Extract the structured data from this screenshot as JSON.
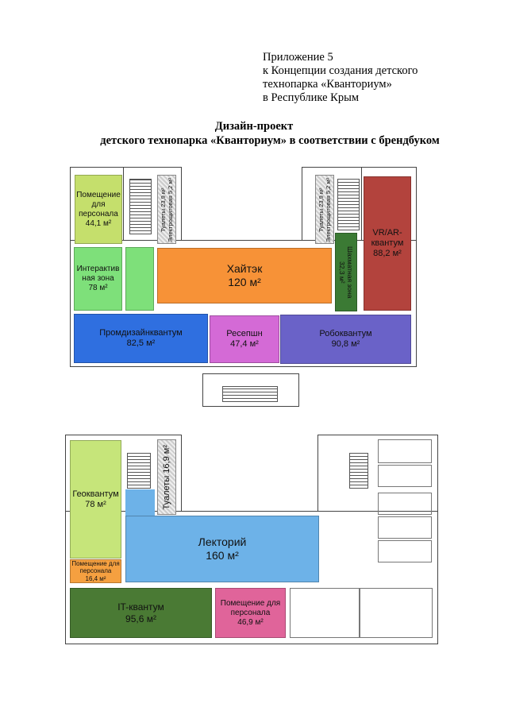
{
  "annex": [
    "Приложение 5",
    "к Концепции создания детского",
    "технопарка «Кванториум»",
    "в Республике Крым"
  ],
  "title": [
    "Дизайн-проект",
    "детского технопарка «Кванториум» в соответствии с брендбуком"
  ],
  "floor1": {
    "staff": {
      "name": "Помещение для персонала",
      "area": "44,1 м²",
      "color": "#c5df6c"
    },
    "interactive": {
      "name": "Интерактивная зона",
      "area": "78 м²",
      "color": "#7ee07a"
    },
    "hitech": {
      "name": "Хайтэк",
      "area": "120 м²",
      "color": "#f79237"
    },
    "chess": {
      "name": "Шахматная зона",
      "area": "32,3 м²",
      "color": "#3b7a34"
    },
    "vrar": {
      "name": "VR/AR-квантум",
      "area": "88,2 м²",
      "color": "#b3433d"
    },
    "promdesign": {
      "name": "Промдизайнквантум",
      "area": "82,5 м²",
      "color": "#2f6fe0"
    },
    "reception": {
      "name": "Ресепшн",
      "area": "47,4 м²",
      "color": "#d46ad6"
    },
    "robo": {
      "name": "Робоквантум",
      "area": "90,8 м²",
      "color": "#6a62c8"
    },
    "toilets_left": "Туалеты 23,9 м² Электрощитовая 5,2 м²",
    "toilets_right": "Туалеты 23,9 м² Электрощитовая 5,2 м²"
  },
  "floor2": {
    "geo": {
      "name": "Геоквантум",
      "area": "78 м²",
      "color": "#c6e57a"
    },
    "staff_small": {
      "name": "Помещение для персонала",
      "area": "16,4 м²",
      "color": "#f5a040"
    },
    "lecture": {
      "name": "Лекторий",
      "area": "160 м²",
      "color": "#6db2e8"
    },
    "toilets": "Туалеты 16,9 м²",
    "it": {
      "name": "IT-квантум",
      "area": "95,6 м²",
      "color": "#4a7a34"
    },
    "staff_big": {
      "name": "Помещение для персонала",
      "area": "46,9 м²",
      "color": "#e0649a"
    }
  }
}
